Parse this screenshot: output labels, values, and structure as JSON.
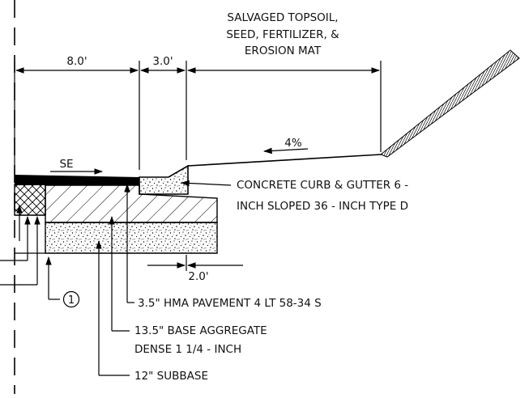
{
  "labels": {
    "topsoil": [
      "SALVAGED TOPSOIL,",
      "SEED, FERTILIZER, &",
      "EROSION MAT"
    ],
    "dim_8": "8.0'",
    "dim_3": "3.0'",
    "dim_2": "2.0'",
    "slope": "4%",
    "se": "SE",
    "curb": [
      "CONCRETE CURB & GUTTER 6 -",
      "INCH SLOPED 36 - INCH TYPE D"
    ],
    "hma": "3.5\" HMA PAVEMENT 4 LT 58-34 S",
    "base": [
      "13.5\" BASE AGGREGATE",
      "DENSE 1 1/4 - INCH"
    ],
    "subbase": "12\" SUBBASE",
    "note": "1"
  },
  "colors": {
    "line": "#000000",
    "background": "#ffffff"
  }
}
